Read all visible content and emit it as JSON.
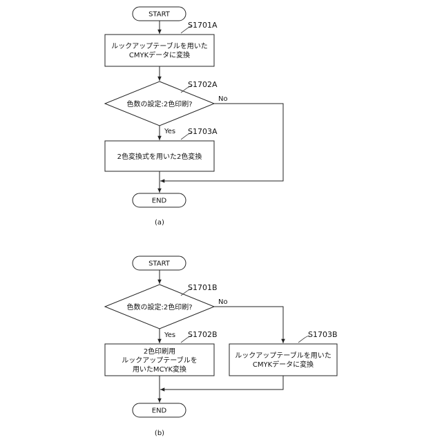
{
  "diagram_a": {
    "start": "START",
    "end": "END",
    "caption": "(a)",
    "steps": {
      "s1": {
        "label": "S1701A",
        "lines": [
          "ルックアップテーブルを用いた",
          "CMYKデータに変換"
        ]
      },
      "s2": {
        "label": "S1702A",
        "lines": [
          "色数の設定:2色印刷?"
        ]
      },
      "s3": {
        "label": "S1703A",
        "lines": [
          "2色変換式を用いた2色変換"
        ]
      }
    },
    "yes_label": "Yes",
    "no_label": "No"
  },
  "diagram_b": {
    "start": "START",
    "end": "END",
    "caption": "(b)",
    "steps": {
      "s1": {
        "label": "S1701B",
        "lines": [
          "色数の設定:2色印刷?"
        ]
      },
      "s2": {
        "label": "S1702B",
        "lines": [
          "2色印刷用",
          "ルックアップテーブルを",
          "用いたMCYK変換"
        ]
      },
      "s3": {
        "label": "S1703B",
        "lines": [
          "ルックアップテーブルを用いた",
          "CMYKデータに変換"
        ]
      }
    },
    "yes_label": "Yes",
    "no_label": "No"
  }
}
